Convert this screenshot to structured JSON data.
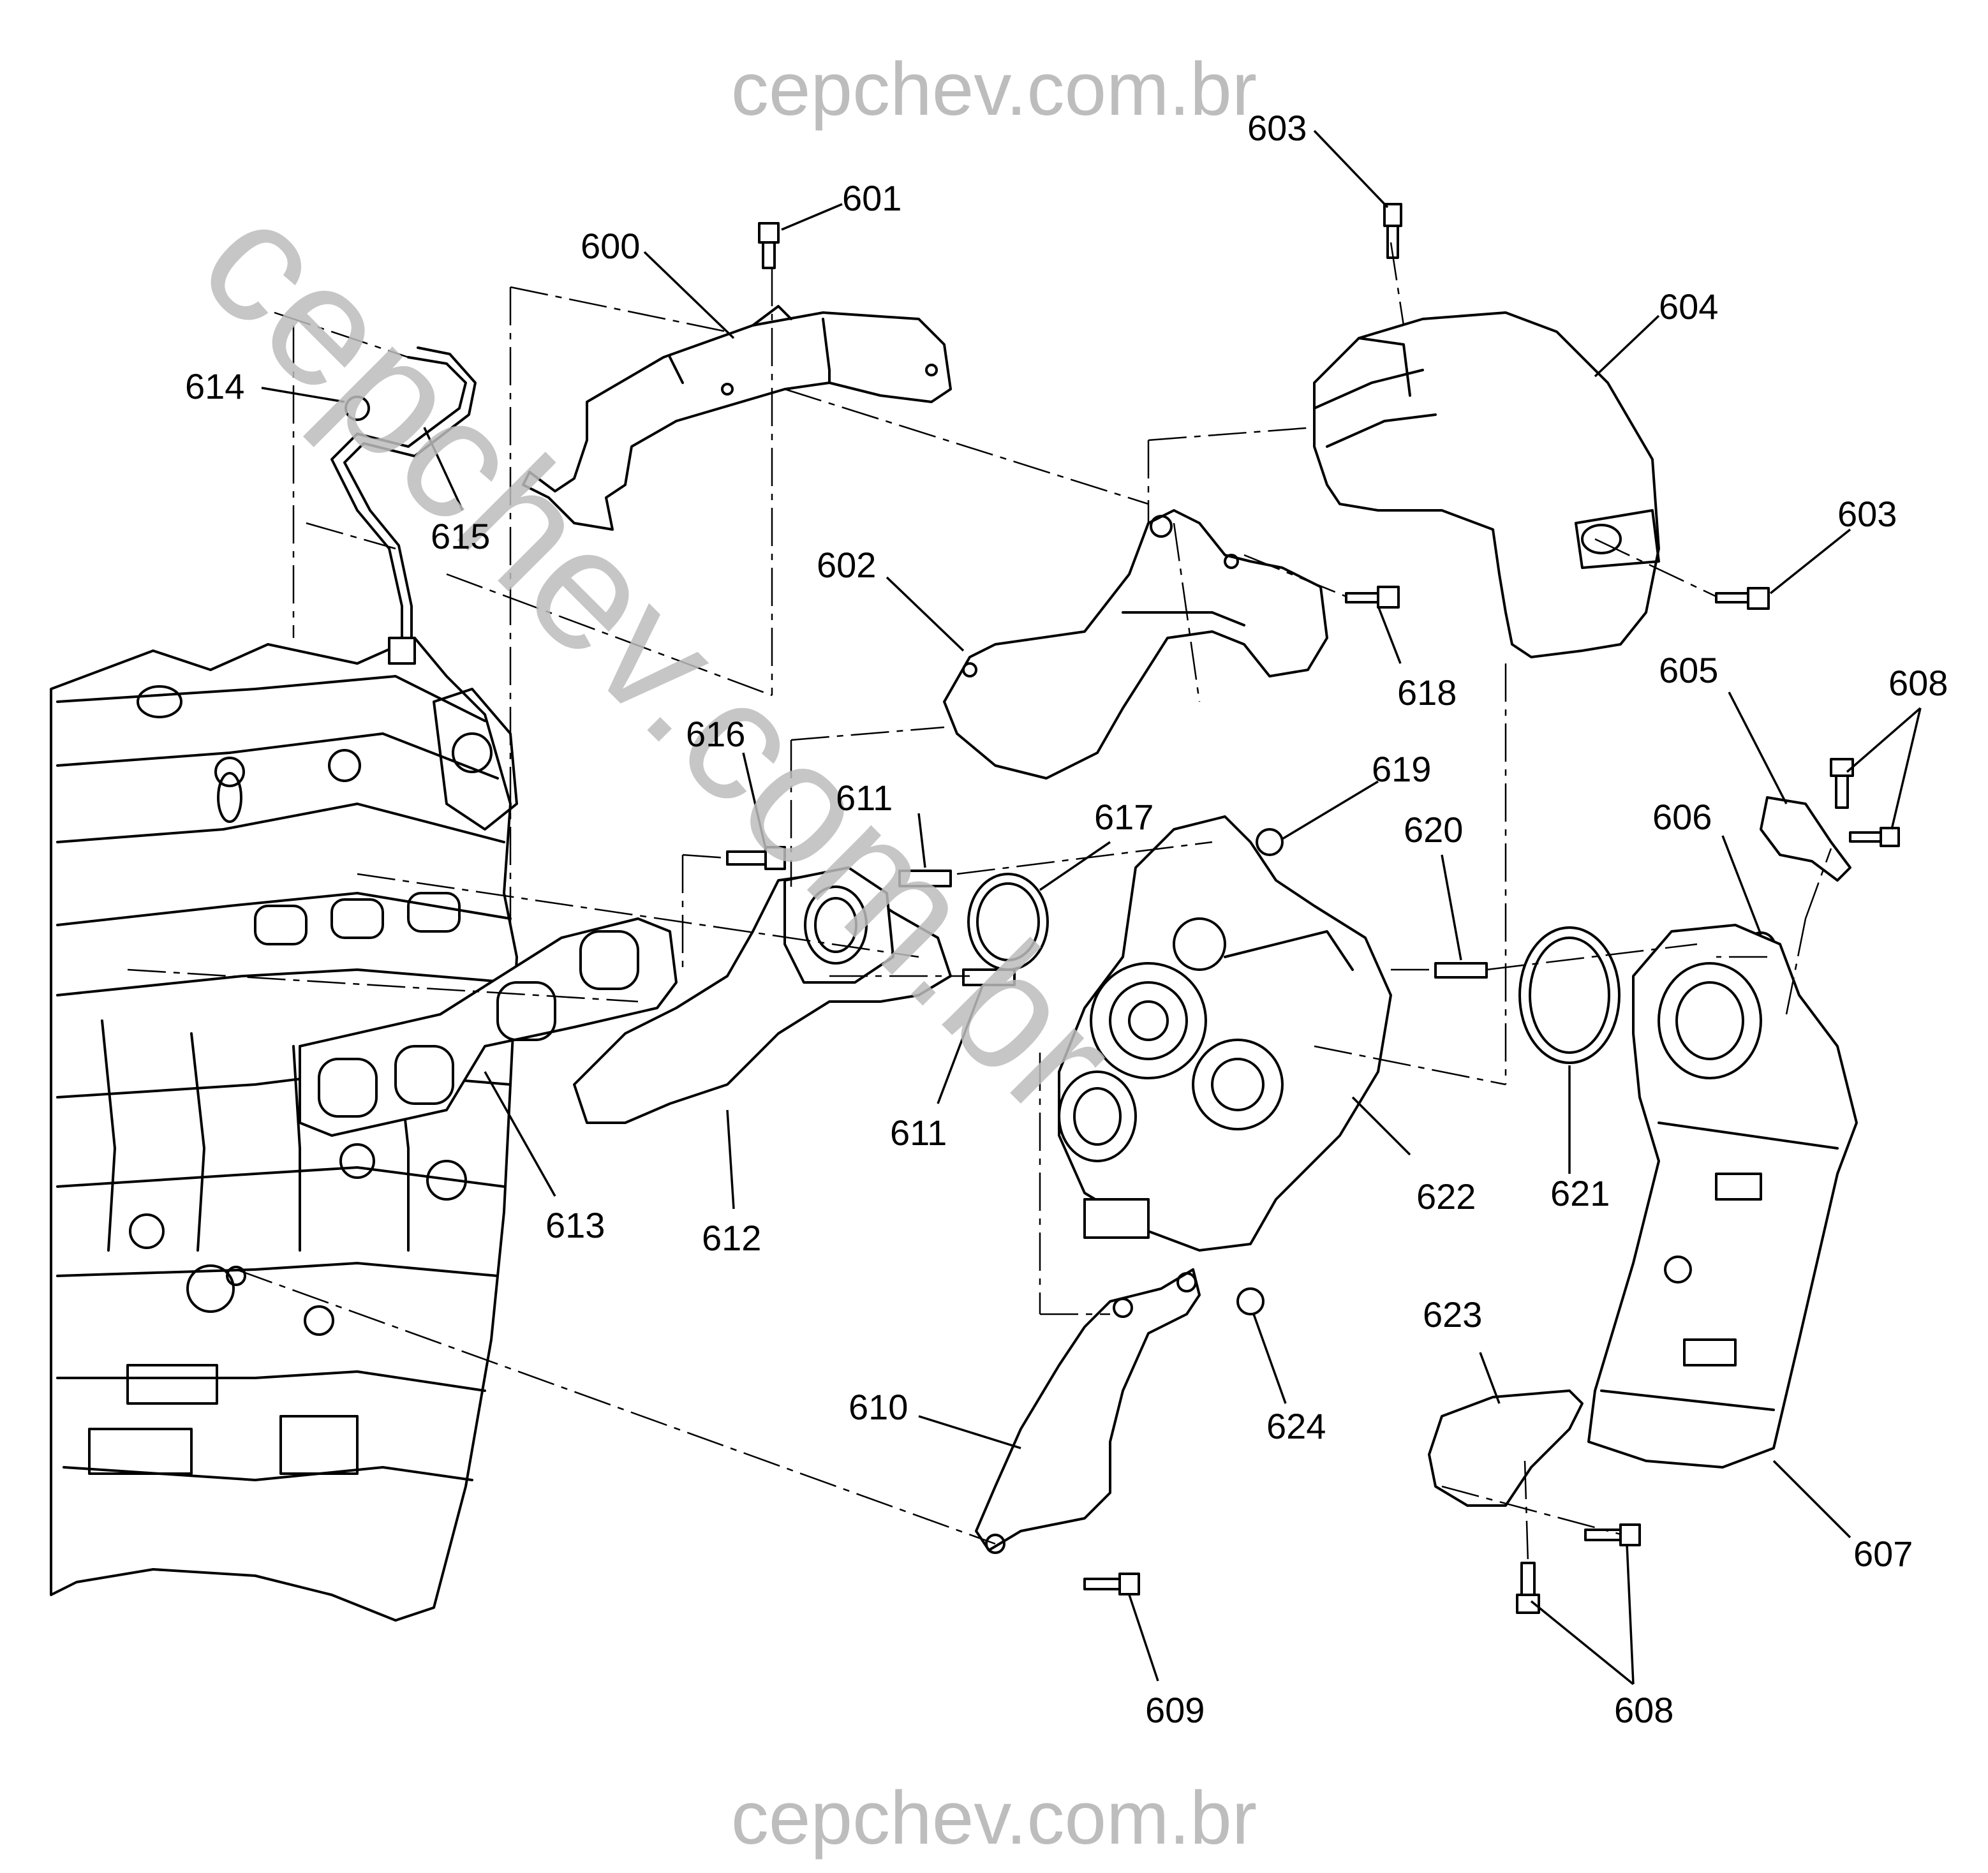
{
  "watermark": {
    "top": "cepchev.com.br",
    "bottom": "cepchev.com.br",
    "diagonal": "cepchev.com.br",
    "color": "#bdbdbd"
  },
  "callouts": [
    {
      "id": "c600",
      "text": "600"
    },
    {
      "id": "c601",
      "text": "601"
    },
    {
      "id": "c602",
      "text": "602"
    },
    {
      "id": "c603",
      "text": "603"
    },
    {
      "id": "c603b",
      "text": "603"
    },
    {
      "id": "c604",
      "text": "604"
    },
    {
      "id": "c605",
      "text": "605"
    },
    {
      "id": "c606",
      "text": "606"
    },
    {
      "id": "c607",
      "text": "607"
    },
    {
      "id": "c608a",
      "text": "608"
    },
    {
      "id": "c608b",
      "text": "608"
    },
    {
      "id": "c609",
      "text": "609"
    },
    {
      "id": "c610",
      "text": "610"
    },
    {
      "id": "c611a",
      "text": "611"
    },
    {
      "id": "c611b",
      "text": "611"
    },
    {
      "id": "c612",
      "text": "612"
    },
    {
      "id": "c613",
      "text": "613"
    },
    {
      "id": "c614",
      "text": "614"
    },
    {
      "id": "c615",
      "text": "615"
    },
    {
      "id": "c616",
      "text": "616"
    },
    {
      "id": "c617",
      "text": "617"
    },
    {
      "id": "c618",
      "text": "618"
    },
    {
      "id": "c619",
      "text": "619"
    },
    {
      "id": "c620",
      "text": "620"
    },
    {
      "id": "c621",
      "text": "621"
    },
    {
      "id": "c622",
      "text": "622"
    },
    {
      "id": "c623",
      "text": "623"
    },
    {
      "id": "c624",
      "text": "624"
    }
  ]
}
